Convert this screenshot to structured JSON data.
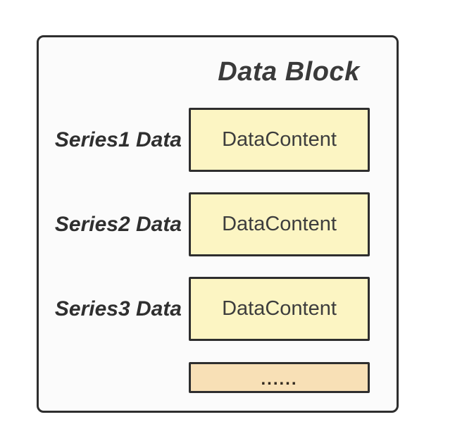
{
  "diagram": {
    "title": "Data Block",
    "rows": [
      {
        "label": "Series1 Data",
        "content": "DataContent"
      },
      {
        "label": "Series2 Data",
        "content": "DataContent"
      },
      {
        "label": "Series3 Data",
        "content": "DataContent"
      }
    ],
    "ellipsis": "......",
    "colors": {
      "container_fill": "#FBFBFB",
      "content_box_fill": "#FCF5C3",
      "ellipsis_box_fill": "#F8E0B6",
      "border": "#2E2E2E",
      "title_text": "#3A3A3A",
      "label_text": "#2F2F2F",
      "content_text": "#3D3D3D"
    }
  }
}
